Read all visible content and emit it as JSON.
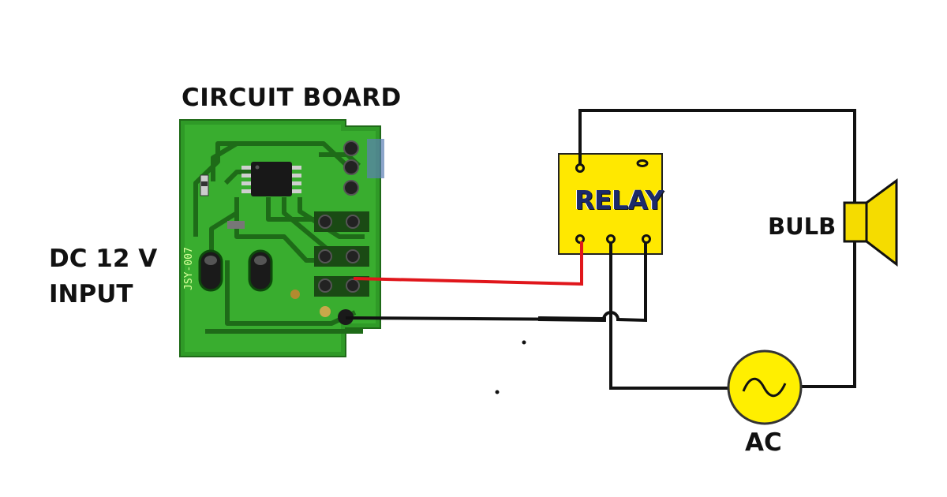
{
  "labels": {
    "circuit_board": "CIRCUIT BOARD",
    "dc_input_line1": "DC 12 V",
    "dc_input_line2": "INPUT",
    "relay": "RELAY",
    "bulb": "BULB",
    "ac": "AC"
  },
  "board_marking": "JSY-007",
  "colors": {
    "board_green": "#34a02c",
    "board_dark": "#1d5c16",
    "relay_fill": "#ffe800",
    "bulb_fill": "#f5dc00",
    "ac_fill": "#ffef00",
    "red_wire": "#e0161b",
    "black_wire": "#111111"
  },
  "icons": [
    "relay-icon",
    "bulb-speaker-icon",
    "ac-source-icon",
    "circuit-board-image"
  ]
}
